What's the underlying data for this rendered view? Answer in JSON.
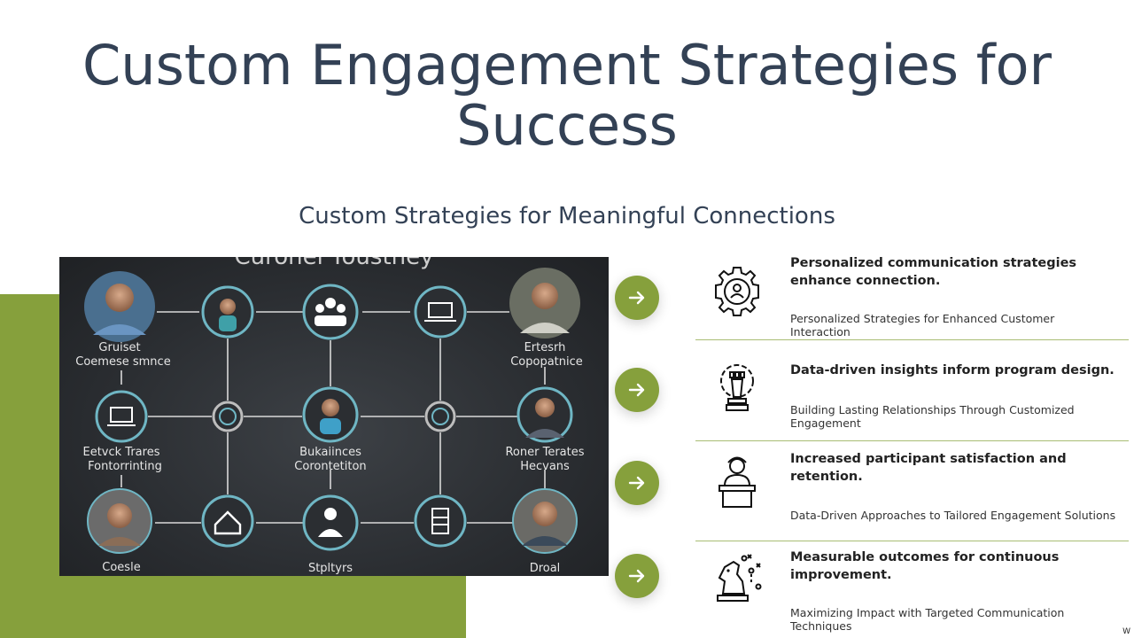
{
  "slide": {
    "title": "Custom Engagement Strategies for Success",
    "subtitle": "Custom Strategies for Meaningful Connections",
    "accent_color": "#86a03c",
    "title_color": "#334155",
    "corner_mark": "W"
  },
  "image": {
    "heading": "Curonel Youstney",
    "captions": [
      "Gruiset",
      "Coemese smnce",
      "Ertesrh",
      "Copopatnice",
      "Eetvck Trares",
      "Fontorrinting",
      "Bukaiinces",
      "Corontetiton",
      "Roner Terates",
      "Hecvans",
      "Coesle",
      "Stpltyrs",
      "Droal"
    ]
  },
  "items": [
    {
      "icon": "gear-user-icon",
      "heading": "Personalized communication strategies enhance connection.",
      "description": "Personalized Strategies for Enhanced Customer Interaction"
    },
    {
      "icon": "chess-rook-gear-icon",
      "heading": "Data-driven insights inform program design.",
      "description": "Building Lasting Relationships Through Customized Engagement"
    },
    {
      "icon": "speaker-podium-icon",
      "heading": "Increased participant satisfaction and retention.",
      "description": "Data-Driven Approaches to Tailored Engagement Solutions"
    },
    {
      "icon": "chess-knight-strategy-icon",
      "heading": "Measurable outcomes for continuous improvement.",
      "description": "Maximizing Impact with Targeted Communication Techniques"
    }
  ]
}
